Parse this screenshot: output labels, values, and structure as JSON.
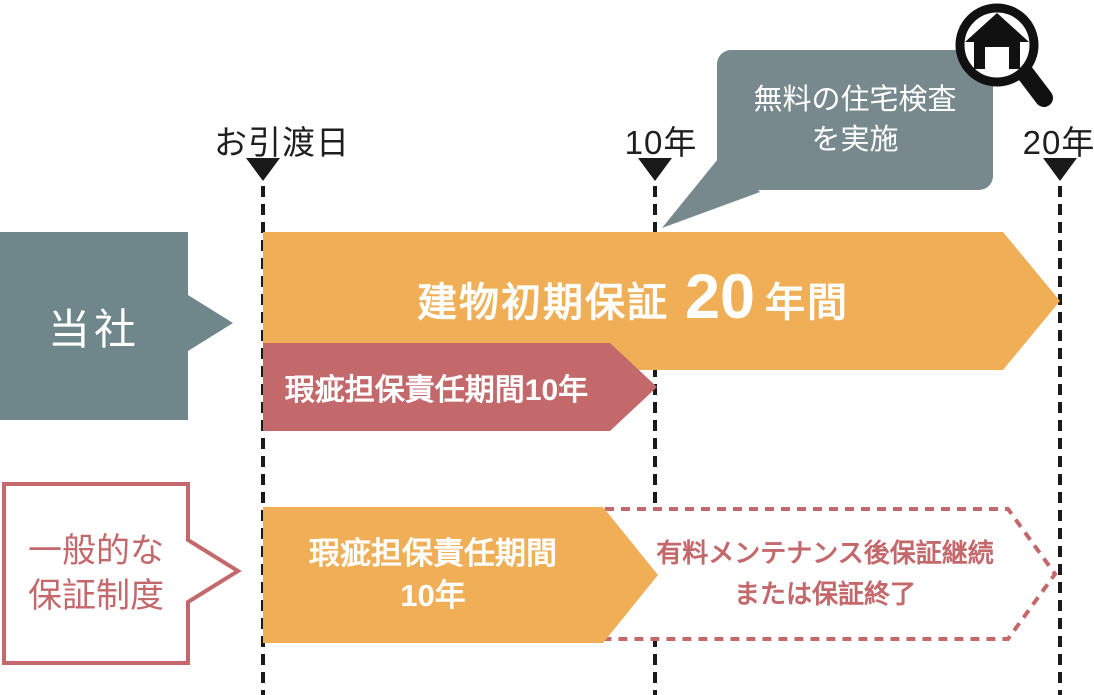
{
  "timeline": {
    "markers": [
      {
        "label": "お引渡日"
      },
      {
        "label": "10年"
      },
      {
        "label": "20年"
      }
    ]
  },
  "callout": {
    "line1": "無料の住宅検査",
    "line2": "を実施"
  },
  "company": {
    "label": "当社",
    "main_warranty": {
      "prefix": "建物初期保証",
      "value": "20",
      "suffix": "年間"
    },
    "defect_period": "瑕疵担保責任期間10年"
  },
  "general": {
    "label_line1": "一般的な",
    "label_line2": "保証制度",
    "defect_line1": "瑕疵担保責任期間",
    "defect_line2": "10年",
    "after_line1": "有料メンテナンス後保証継続",
    "after_line2": "または保証終了"
  },
  "icons": {
    "inspection": "house-magnifier-icon"
  },
  "colors": {
    "orange": "#F0AE57",
    "gray_green": "#6F878A",
    "bubble_gray": "#77898D",
    "red": "#C4696B",
    "line_black": "#1A1A1A"
  }
}
